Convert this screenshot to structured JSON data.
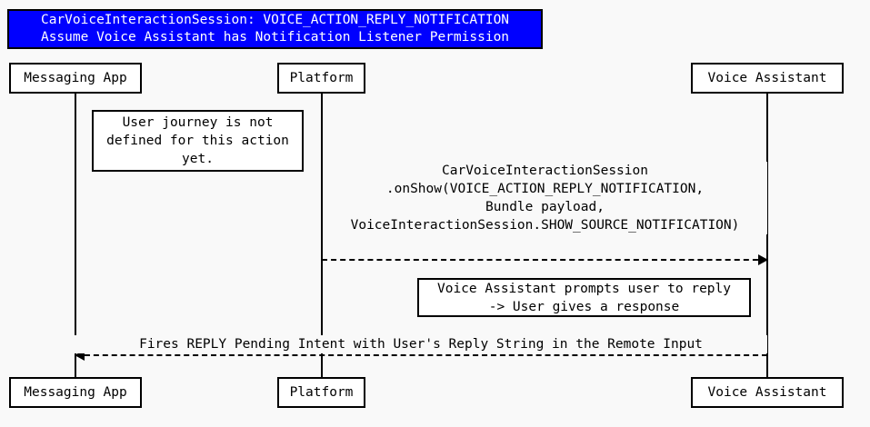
{
  "diagram": {
    "kind": "uml-sequence-diagram",
    "background_color": "#f9f9f9",
    "line_color": "#000000",
    "title": {
      "background_color": "#0000ff",
      "text_color": "#ffffff",
      "lines": [
        "CarVoiceInteractionSession: VOICE_ACTION_REPLY_NOTIFICATION",
        "Assume Voice Assistant has Notification Listener Permission"
      ]
    },
    "participants": [
      {
        "id": "messaging-app",
        "label": "Messaging App"
      },
      {
        "id": "platform",
        "label": "Platform"
      },
      {
        "id": "voice-assistant",
        "label": "Voice Assistant"
      }
    ],
    "notes": [
      {
        "id": "note-user-journey",
        "lines": [
          "User journey is not",
          "defined for this action",
          "yet."
        ]
      },
      {
        "id": "note-prompt-user",
        "lines": [
          "Voice Assistant prompts user to reply",
          "-> User gives a response"
        ]
      }
    ],
    "messages": [
      {
        "id": "msg-onshow",
        "from": "platform",
        "to": "voice-assistant",
        "style": "dashed",
        "direction": "right",
        "lines": [
          "CarVoiceInteractionSession",
          ".onShow(VOICE_ACTION_REPLY_NOTIFICATION,",
          "Bundle payload,",
          "VoiceInteractionSession.SHOW_SOURCE_NOTIFICATION)"
        ]
      },
      {
        "id": "msg-reply-intent",
        "from": "voice-assistant",
        "to": "messaging-app",
        "style": "dashed",
        "direction": "left",
        "lines": [
          "Fires REPLY Pending Intent with User's Reply String in the Remote Input"
        ]
      }
    ]
  }
}
